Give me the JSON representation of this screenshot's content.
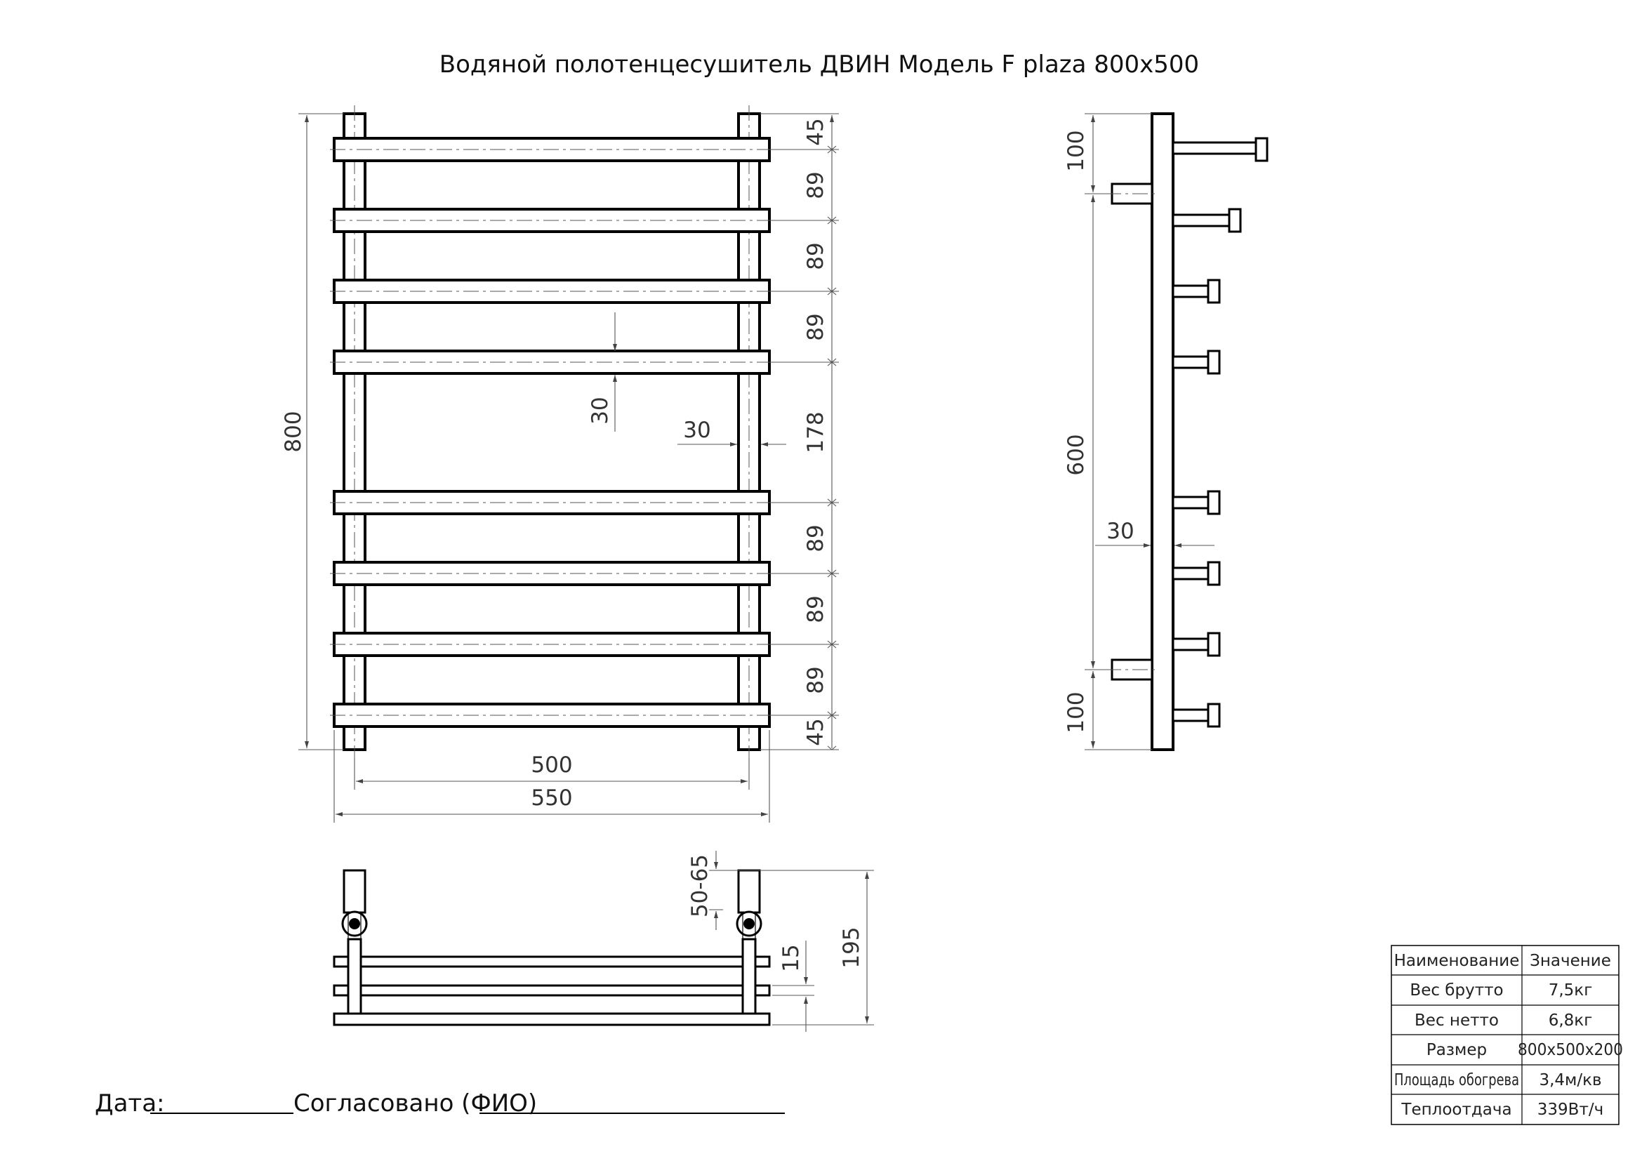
{
  "title": "Водяной полотенцесушитель ДВИН Модель F plaza 800x500",
  "front": {
    "overall_height": "800",
    "pitch_top": "45",
    "pitches": [
      "89",
      "89",
      "89",
      "178",
      "89",
      "89",
      "89"
    ],
    "pitch_bottom": "45",
    "bar_height": "30",
    "post_width": "30",
    "axis_width": "500",
    "total_width": "550"
  },
  "side": {
    "top_offset": "100",
    "connection_span": "600",
    "bottom_offset": "100",
    "frame_depth": "30"
  },
  "bottom_view": {
    "valve_height": "50-65",
    "gap": "15",
    "depth": "195"
  },
  "spec_table": {
    "headers": [
      "Наименование",
      "Значение"
    ],
    "rows": [
      [
        "Вес брутто",
        "7,5кг"
      ],
      [
        "Вес нетто",
        "6,8кг"
      ],
      [
        "Размер",
        "800х500х200"
      ],
      [
        "Площадь обогрева",
        "3,4м/кв"
      ],
      [
        "Теплоотдача",
        "339Вт/ч"
      ]
    ]
  },
  "signature": {
    "date_label": "Дата:",
    "agreed_label": "Согласовано (ФИО)"
  }
}
